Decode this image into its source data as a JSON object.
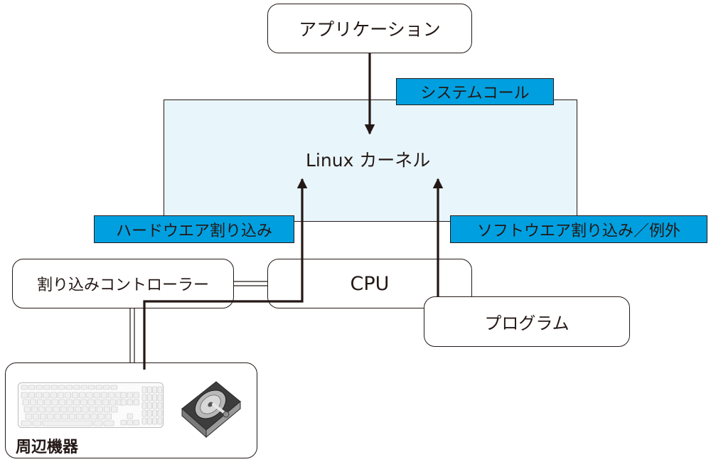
{
  "application": {
    "label": "アプリケーション"
  },
  "kernel": {
    "label": "Linux カーネル"
  },
  "syscall": {
    "label": "システムコール"
  },
  "hw_interrupt": {
    "label": "ハードウエア割り込み"
  },
  "sw_interrupt": {
    "label": "ソフトウエア割り込み／例外"
  },
  "interrupt_controller": {
    "label": "割り込みコントローラー"
  },
  "cpu": {
    "label": "CPU"
  },
  "program": {
    "label": "プログラム"
  },
  "peripherals": {
    "label": "周辺機器",
    "devices": [
      {
        "name": "keyboard-icon"
      },
      {
        "name": "hard-disk-icon"
      }
    ]
  },
  "colors": {
    "kernel_fill": "#e8f5fb",
    "tag_fill": "#00a0e0",
    "line": "#231815",
    "keyboard_key": "#f2f2f2",
    "disk_body": "#5a5a5a"
  }
}
